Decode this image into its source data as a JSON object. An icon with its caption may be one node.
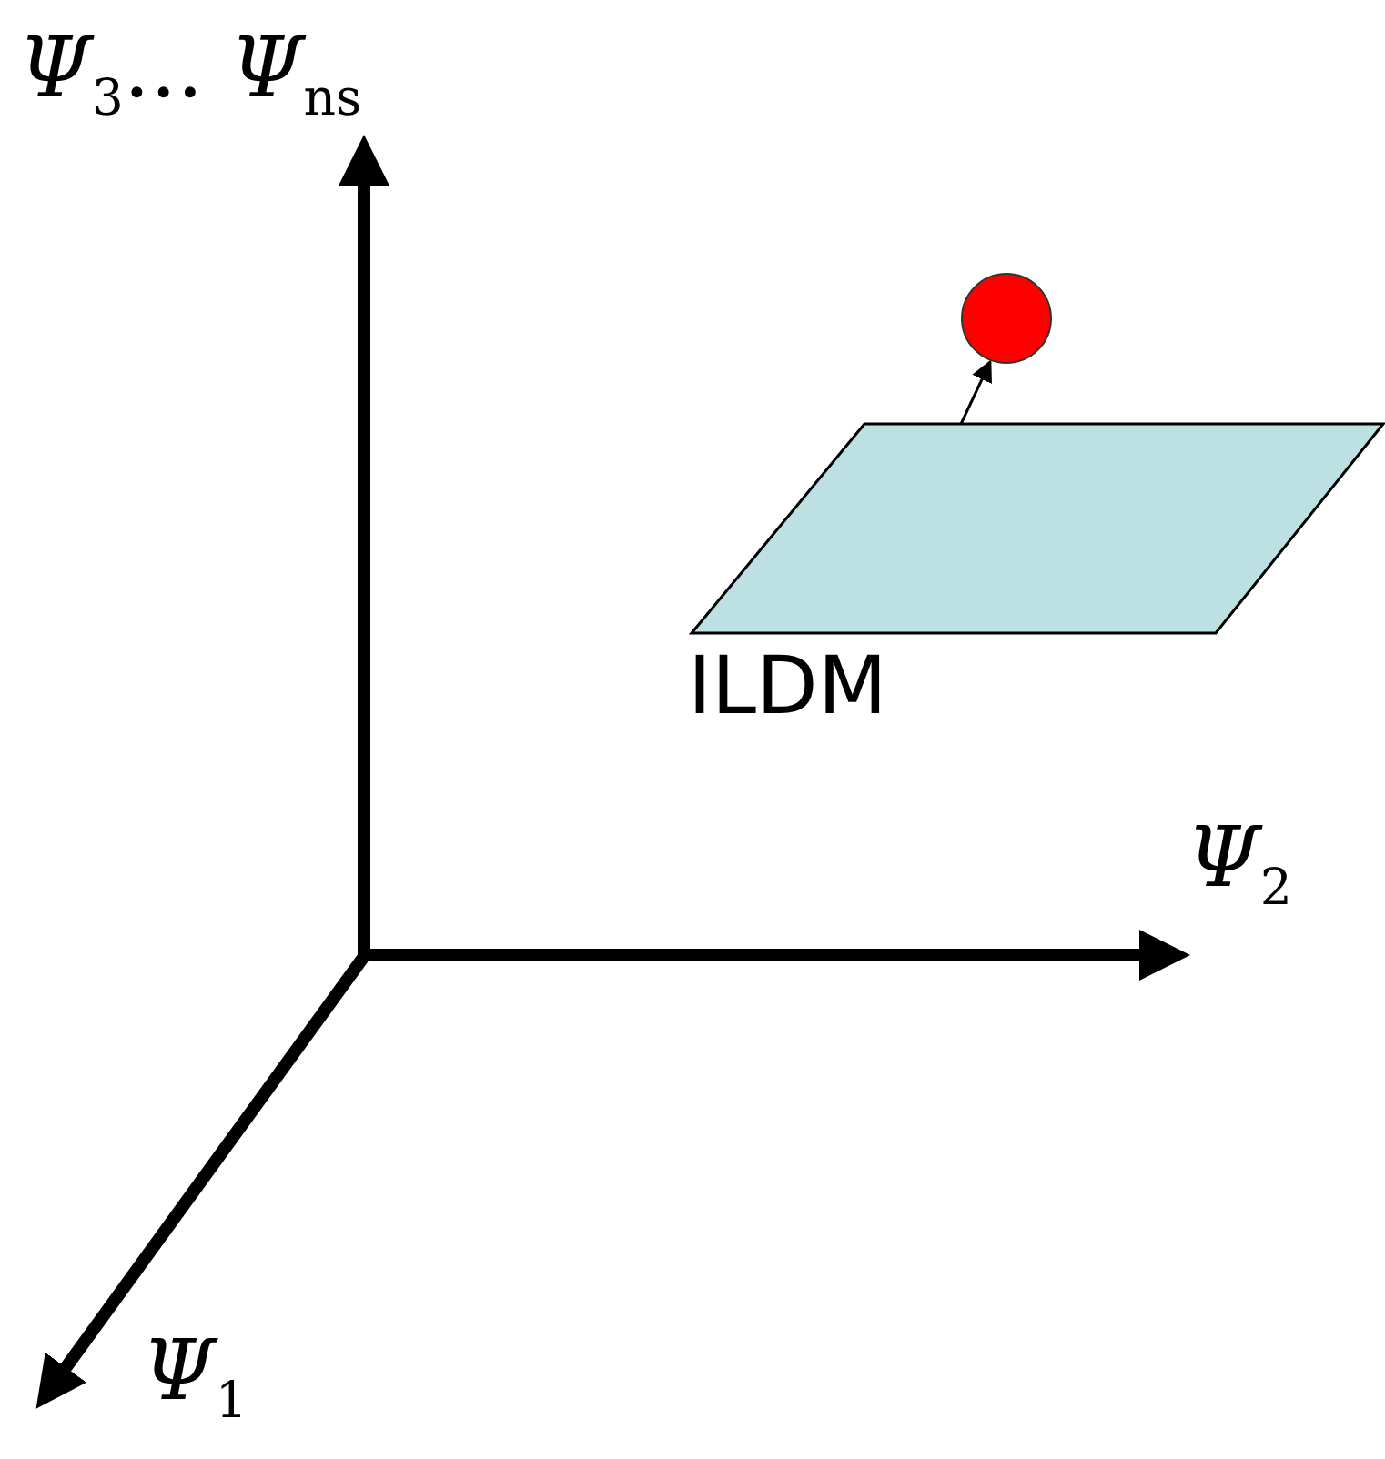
{
  "diagram": {
    "nodes": [
      {
        "text": [
          "ILDM"
        ]
      },
      {
        "text": [],
        "shape": "circle"
      }
    ],
    "edges": [
      {
        "from": 0,
        "to": 1,
        "arrow": "to"
      }
    ],
    "labels": [
      "*Ψ*$_{3}$... *Ψ*$_{n}$$_{s}$",
      "*Ψ*$_{2}$",
      "*Ψ*$_{1}$"
    ]
  }
}
